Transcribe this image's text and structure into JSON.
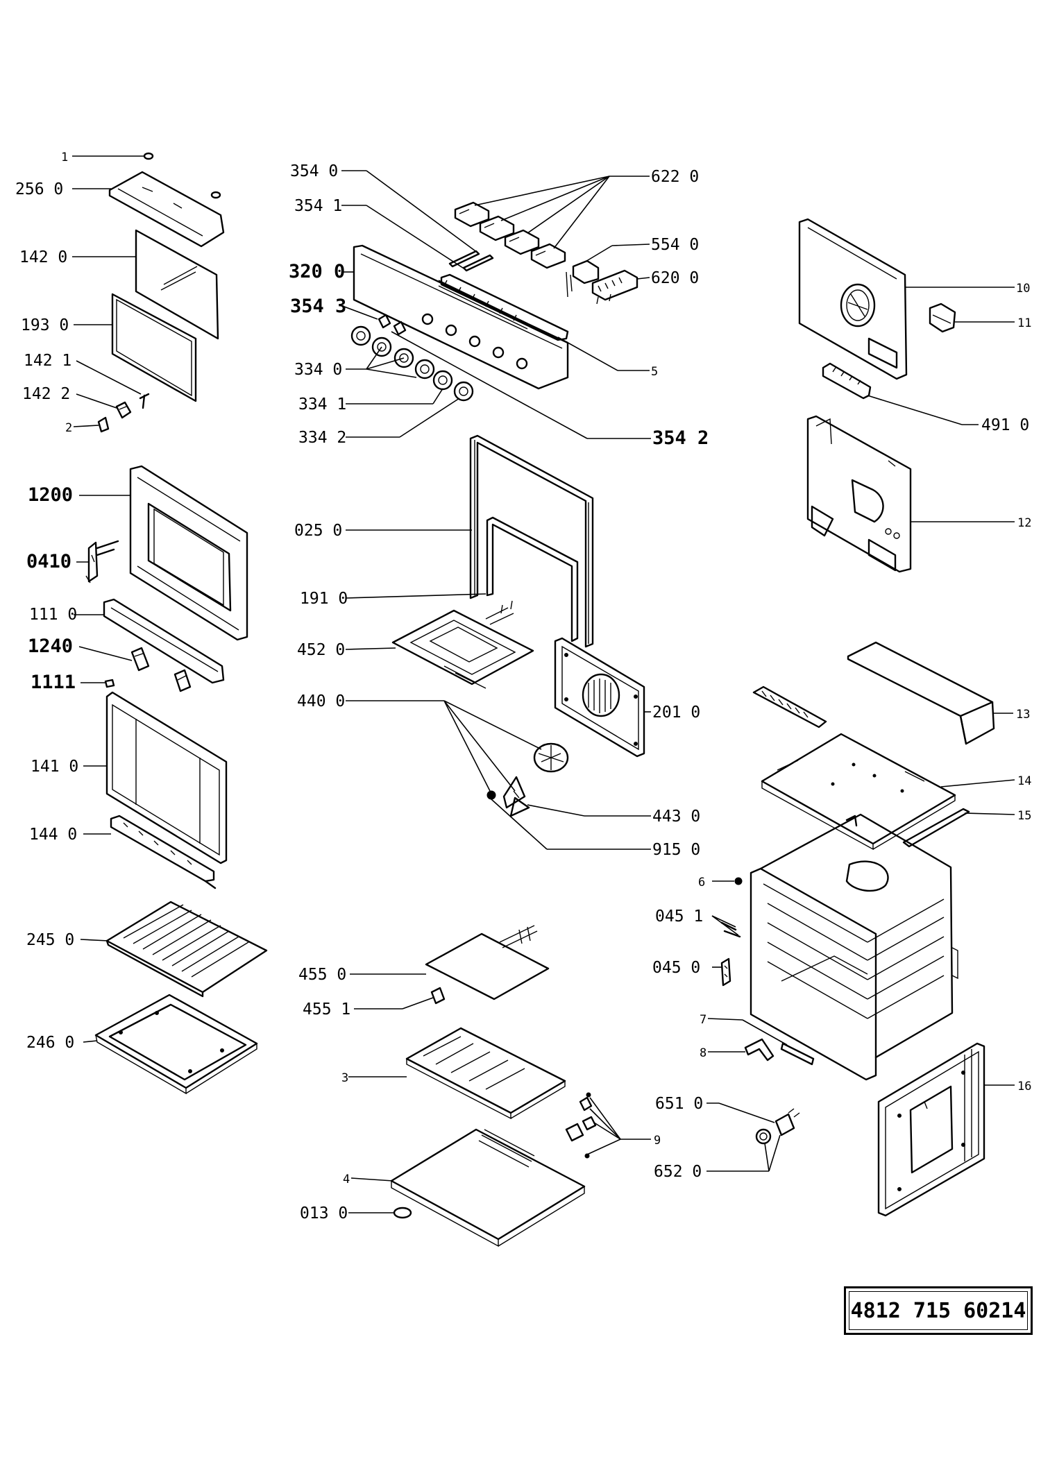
{
  "document_code": "4812  715  60214",
  "labels": {
    "p1": "1",
    "p256_0": "256  0",
    "p142_0": "142  0",
    "p193_0": "193  0",
    "p142_1": "142  1",
    "p142_2": "142  2",
    "p2": "2",
    "p1200": "1200",
    "p0410": "0410",
    "p111_0": "111  0",
    "p1240": "1240",
    "p1111": "1111",
    "p141_0": "141  0",
    "p144_0": "144  0",
    "p245_0": "245  0",
    "p246_0": "246  0",
    "p354_0": "354  0",
    "p354_1": "354  1",
    "p3200": "320 0",
    "p354_3": "354 3",
    "p334_0": "334  0",
    "p334_1": "334  1",
    "p334_2": "334  2",
    "p622_0": "622  0",
    "p554_0": "554  0",
    "p620_0": "620  0",
    "p5": "5",
    "p354_2": "354 2",
    "p025_0": "025  0",
    "p191_0": "191  0",
    "p452_0": "452  0",
    "p440_0": "440  0",
    "p201_0": "201 0",
    "p443_0": "443  0",
    "p915_0": "915  0",
    "p455_0": "455  0",
    "p455_1": "455  1",
    "p3": "3",
    "p9": "9",
    "p4": "4",
    "p013_0": "013  0",
    "p10": "10",
    "p11": "11",
    "p491_0": "491  0",
    "p12": "12",
    "p13": "13",
    "p14": "14",
    "p15": "15",
    "p6": "6",
    "p045_1": "045  1",
    "p045_0": "045  0",
    "p7": "7",
    "p8": "8",
    "p16": "16",
    "p651_0": "651  0",
    "p652_0": "652  0"
  }
}
